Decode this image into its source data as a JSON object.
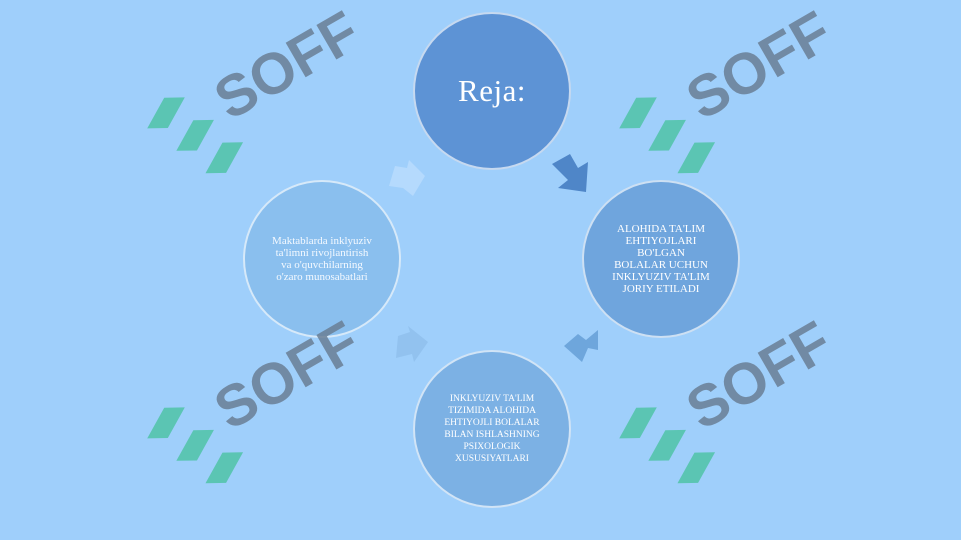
{
  "diagram": {
    "center": {
      "label": "Reja:"
    },
    "nodes": [
      {
        "id": "right",
        "label": "ALOHIDA TA'LIM EHTIYOJLARI BO'LGAN BOLALAR UCHUN INKLYUZIV TA'LIM JORIY ETILADI"
      },
      {
        "id": "bottom",
        "label": "INKLYUZIV TA'LIM TIZIMIDA ALOHIDA EHTIYOJLI BOLALAR BILAN ISHLASHNING PSIXOLOGIK XUSUSIYATLARI"
      },
      {
        "id": "left",
        "label": "Maktablarda inklyuziv ta'limni rivojlantirish va o'quvchilarning o'zaro munosabatlari"
      }
    ]
  },
  "watermark": {
    "text": "SOFF"
  },
  "colors": {
    "background": "#9fcffb",
    "center": "#5d93d5",
    "right": "#6fa5dd",
    "bottom": "#7cb1e4",
    "left": "#8abfee",
    "watermark_text": "#6a7f95",
    "watermark_logo": "#4fc3a6"
  }
}
